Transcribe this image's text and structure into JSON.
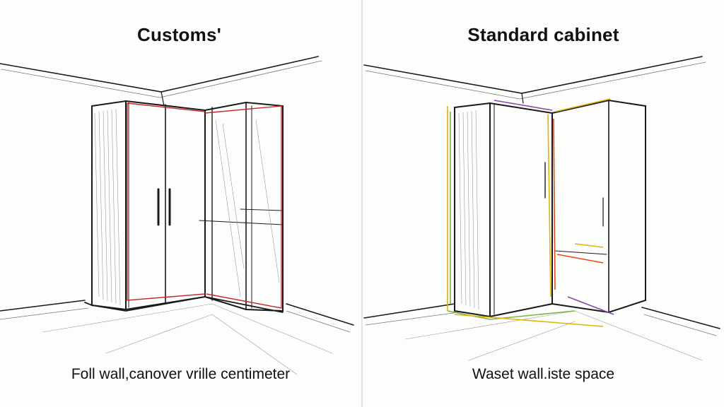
{
  "panels": {
    "left": {
      "title": "Customs'",
      "caption": "Foll wall,canover vrille centimeter",
      "accent": "#c62828"
    },
    "right": {
      "title": "Standard cabinet",
      "caption": "Waset wall.iste space",
      "accents": [
        "#e0b400",
        "#7cb342",
        "#8e44ad",
        "#e64a19"
      ]
    }
  },
  "colors": {
    "ink": "#1a1a1a",
    "pencil": "#6d6d6d",
    "divider": "#e6e6e6"
  }
}
